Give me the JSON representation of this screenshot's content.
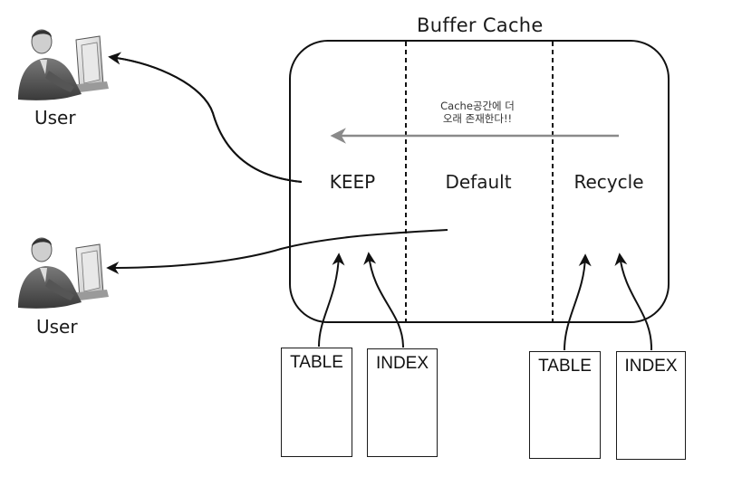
{
  "diagram": {
    "title": "Buffer Cache",
    "zones": {
      "keep": "KEEP",
      "default": "Default",
      "recycle": "Recycle"
    },
    "note_line1": "Cache공간에 더",
    "note_line2": "오래 존재한다!!",
    "users": {
      "top": "User",
      "bottom": "User"
    },
    "objects": {
      "keep_table": "TABLE",
      "keep_index": "INDEX",
      "recycle_table": "TABLE",
      "recycle_index": "INDEX"
    },
    "icons": {
      "user_top": "user-at-computer-icon",
      "user_bottom": "user-at-computer-icon"
    }
  }
}
